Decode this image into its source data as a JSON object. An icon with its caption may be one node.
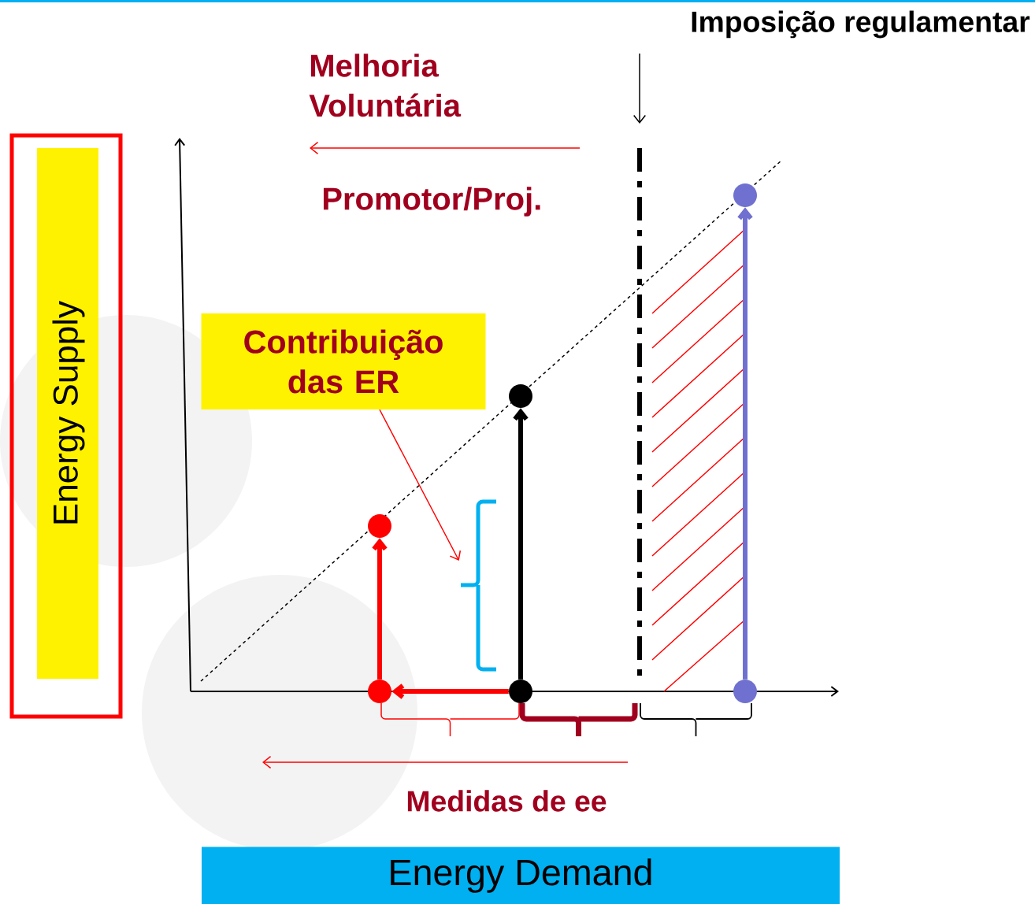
{
  "diagram": {
    "nodes": [
      {
        "text": [
          "Energy Supply"
        ]
      },
      {
        "text": [
          "Contribuição das ER"
        ]
      },
      {
        "text": [
          "Energy Demand"
        ]
      },
      {
        "text": [],
        "shape": "circle"
      },
      {
        "text": [],
        "shape": "circle"
      },
      {
        "text": [],
        "shape": "circle"
      },
      {
        "text": [],
        "shape": "circle"
      },
      {
        "text": [],
        "shape": "circle"
      },
      {
        "text": [],
        "shape": "circle"
      },
      {
        "text": [],
        "shape": "bracket"
      }
    ],
    "edges": [
      {
        "from": 4,
        "to": 3,
        "arrow": "to"
      },
      {
        "from": 6,
        "to": 4,
        "arrow": "to"
      },
      {
        "from": 6,
        "to": 5,
        "arrow": "to",
        "color": "#000000"
      },
      {
        "from": 8,
        "to": 7,
        "arrow": "to",
        "color": "#7070d0"
      },
      {
        "from": 1,
        "to": 9,
        "arrow": "to"
      }
    ],
    "labels": [
      "Imposição regulamentar",
      "Melhoria Voluntária",
      "Promotor/Proj.",
      "Medidas de ee"
    ]
  }
}
